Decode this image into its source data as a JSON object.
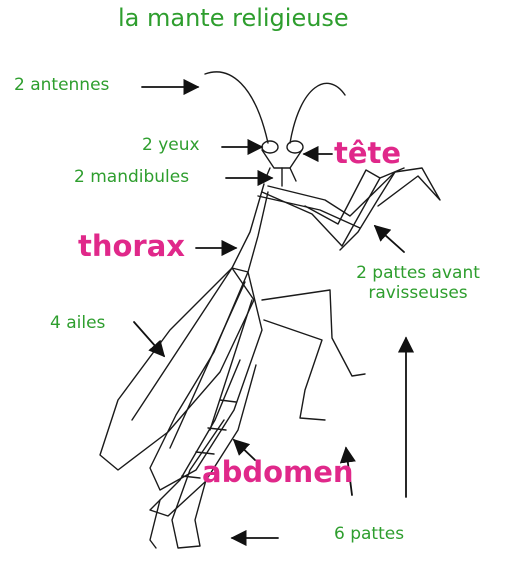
{
  "title": "la mante religieuse",
  "labels": {
    "antennes": "2 antennes",
    "yeux": "2 yeux",
    "mandibules": "2 mandibules",
    "tete": "tête",
    "thorax": "thorax",
    "pattes_avant_1": "2 pattes avant",
    "pattes_avant_2": "ravisseuses",
    "ailes": "4 ailes",
    "abdomen": "abdomen",
    "pattes": "6 pattes"
  },
  "colors": {
    "label_green": "#2e9e2e",
    "label_pink": "#e0288a",
    "ink": "#1a1a1a"
  }
}
